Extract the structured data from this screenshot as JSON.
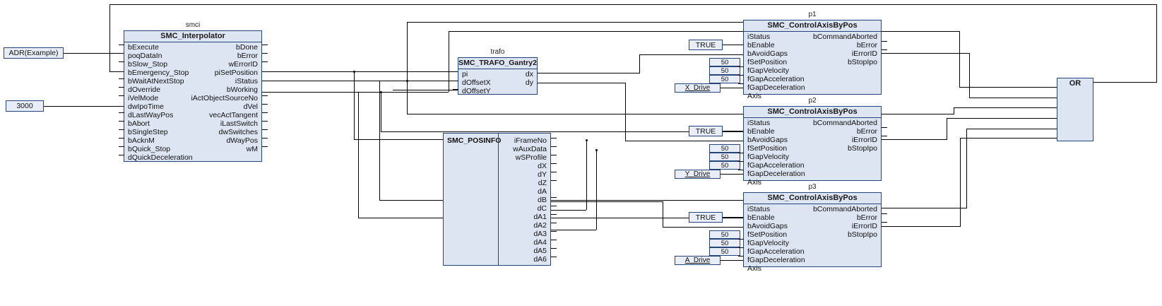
{
  "diagram": {
    "kind": "function-block-diagram",
    "language": "CFC",
    "colors": {
      "block_fill": "#dde4f2",
      "block_border": "#24447a",
      "literal_fill": "#e8edf7",
      "wire": "#000000",
      "background": "#ffffff"
    }
  },
  "literals": {
    "adr_example": "ADR(Example)",
    "ipo_time": "3000",
    "true_1": "TRUE",
    "true_2": "TRUE",
    "true_3": "TRUE",
    "gap_vel_1": "50",
    "gap_acc_1": "50",
    "gap_dec_1": "50",
    "gap_vel_2": "50",
    "gap_acc_2": "50",
    "gap_dec_2": "50",
    "gap_vel_3": "50",
    "gap_acc_3": "50",
    "gap_dec_3": "50",
    "axis_x": "X_Drive",
    "axis_y": "Y_Drive",
    "axis_a": "A_Drive"
  },
  "blocks": {
    "interpolator": {
      "instance": "smci",
      "type": "SMC_Interpolator",
      "inputs": [
        "bExecute",
        "poqDataIn",
        "bSlow_Stop",
        "bEmergency_Stop",
        "bWaitAtNextStop",
        "dOverride",
        "iVelMode",
        "dwIpoTime",
        "dLastWayPos",
        "bAbort",
        "bSingleStep",
        "bAcknM",
        "bQuick_Stop",
        "dQuickDeceleration"
      ],
      "outputs": [
        "bDone",
        "bError",
        "wErrorID",
        "piSetPosition",
        "iStatus",
        "bWorking",
        "iActObjectSourceNo",
        "dVel",
        "vecActTangent",
        "iLastSwitch",
        "dwSwitches",
        "dWayPos",
        "wM"
      ]
    },
    "trafo": {
      "instance": "trafo",
      "type": "SMC_TRAFO_Gantry2",
      "inputs": [
        "pi",
        "dOffsetX",
        "dOffsetY"
      ],
      "outputs": [
        "dx",
        "dy"
      ]
    },
    "posinfo": {
      "type": "SMC_POSINFO",
      "inputs": [],
      "outputs": [
        "iFrameNo",
        "wAuxData",
        "wSProfile",
        "dX",
        "dY",
        "dZ",
        "dA",
        "dB",
        "dC",
        "dA1",
        "dA2",
        "dA3",
        "dA4",
        "dA5",
        "dA6"
      ]
    },
    "p1": {
      "instance": "p1",
      "type": "SMC_ControlAxisByPos",
      "inputs": [
        "iStatus",
        "bEnable",
        "bAvoidGaps",
        "fSetPosition",
        "fGapVelocity",
        "fGapAcceleration",
        "fGapDeceleration",
        "Axis"
      ],
      "outputs": [
        "bCommandAborted",
        "bError",
        "iErrorID",
        "bStopIpo"
      ]
    },
    "p2": {
      "instance": "p2",
      "type": "SMC_ControlAxisByPos",
      "inputs": [
        "iStatus",
        "bEnable",
        "bAvoidGaps",
        "fSetPosition",
        "fGapVelocity",
        "fGapAcceleration",
        "fGapDeceleration",
        "Axis"
      ],
      "outputs": [
        "bCommandAborted",
        "bError",
        "iErrorID",
        "bStopIpo"
      ]
    },
    "p3": {
      "instance": "p3",
      "type": "SMC_ControlAxisByPos",
      "inputs": [
        "iStatus",
        "bEnable",
        "bAvoidGaps",
        "fSetPosition",
        "fGapVelocity",
        "fGapAcceleration",
        "fGapDeceleration",
        "Axis"
      ],
      "outputs": [
        "bCommandAborted",
        "bError",
        "iErrorID",
        "bStopIpo"
      ]
    },
    "or": {
      "type": "OR",
      "input_count": 5,
      "output_count": 1
    }
  }
}
